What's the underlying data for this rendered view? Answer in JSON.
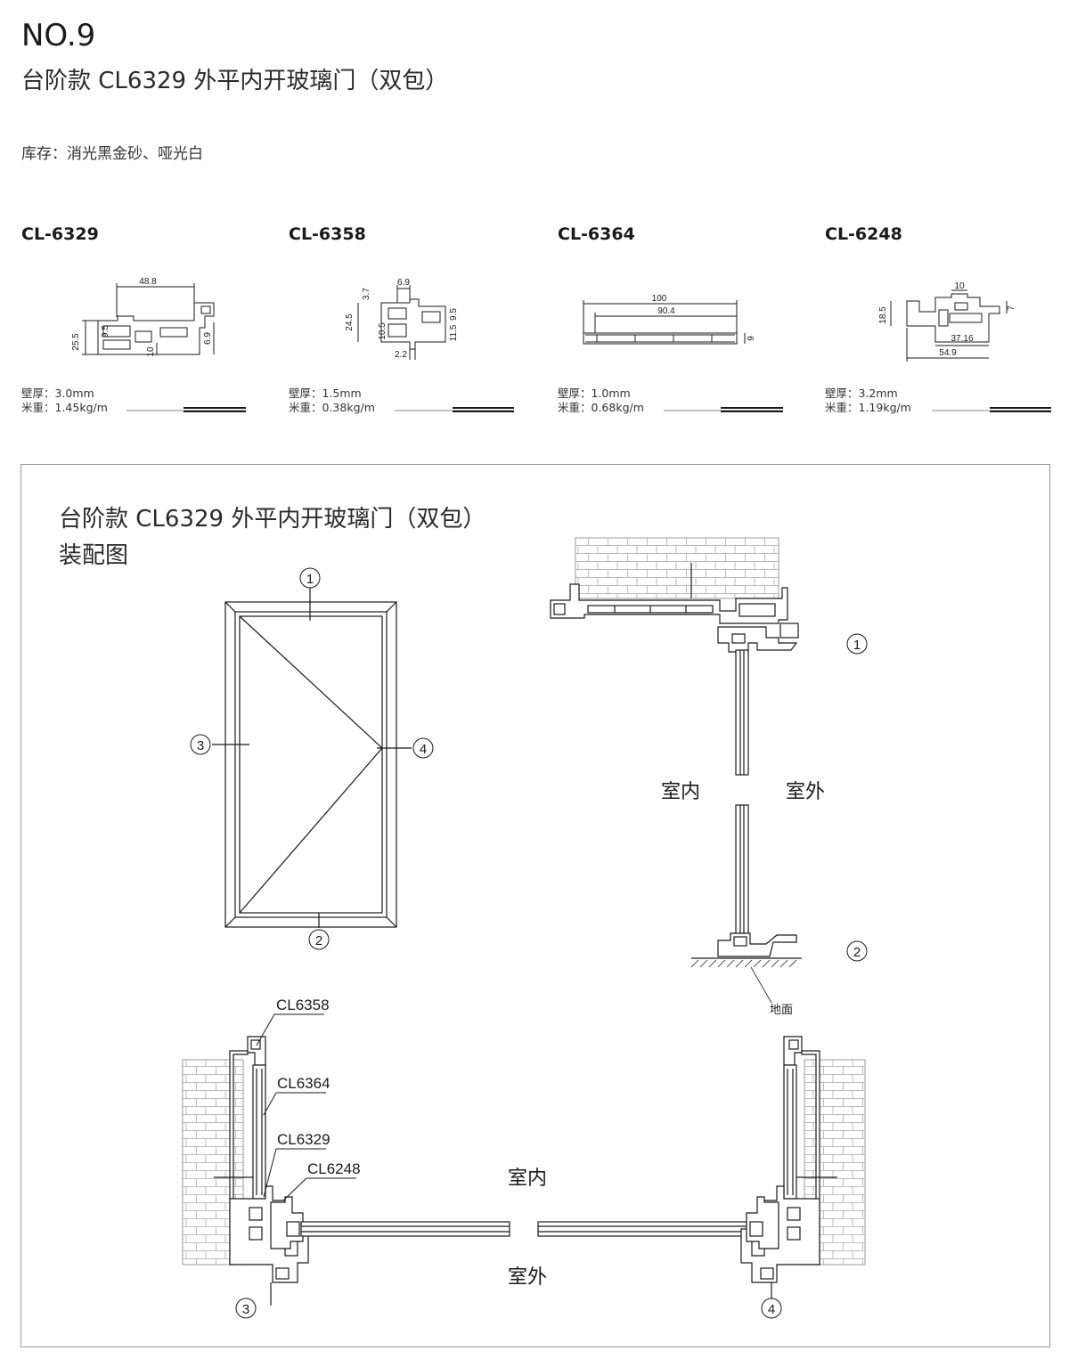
{
  "header": {
    "number": "NO.9",
    "title": "台阶款 CL6329 外平内开玻璃门（双包）",
    "stock": "库存：消光黑金砂、哑光白"
  },
  "profiles": [
    {
      "code": "CL-6329",
      "wall": "壁厚：3.0mm",
      "weight": "米重：1.45kg/m",
      "dims": [
        "48.8",
        "25.5",
        "9.5",
        "10",
        "6.9"
      ]
    },
    {
      "code": "CL-6358",
      "wall": "壁厚：1.5mm",
      "weight": "米重：0.38kg/m",
      "dims": [
        "6.9",
        "3.7",
        "24.5",
        "10.5",
        "9.5",
        "11.5",
        "2.2"
      ]
    },
    {
      "code": "CL-6364",
      "wall": "壁厚：1.0mm",
      "weight": "米重：0.68kg/m",
      "dims": [
        "100",
        "90.4",
        "9"
      ]
    },
    {
      "code": "CL-6248",
      "wall": "壁厚：3.2mm",
      "weight": "米重：1.19kg/m",
      "dims": [
        "10",
        "18.5",
        "7",
        "37.16",
        "54.9"
      ]
    }
  ],
  "assembly": {
    "title": "台阶款 CL6329 外平内开玻璃门（双包）",
    "subtitle": "装配图",
    "callouts": [
      "1",
      "2",
      "3",
      "4"
    ],
    "indoor": "室内",
    "outdoor": "室外",
    "ground": "地面",
    "part_labels": [
      "CL6358",
      "CL6364",
      "CL6329",
      "CL6248"
    ]
  },
  "colors": {
    "line": "#1a1a1a",
    "frame_fill": "#ffffff",
    "wall_hatch": "#bfbfbf",
    "border": "#999999"
  }
}
